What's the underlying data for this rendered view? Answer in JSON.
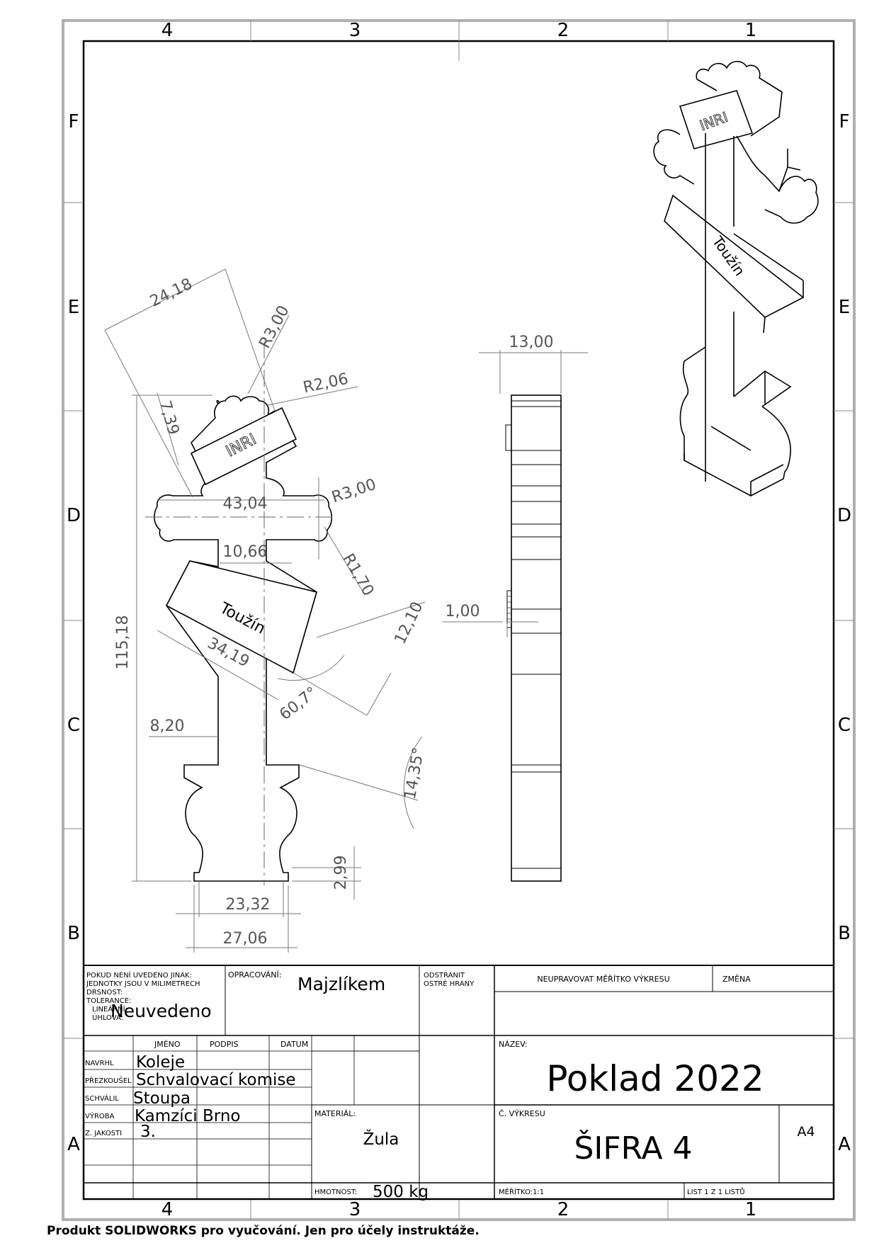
{
  "zones": {
    "cols": [
      "4",
      "3",
      "2",
      "1"
    ],
    "rows": [
      "F",
      "E",
      "D",
      "C",
      "B",
      "A"
    ]
  },
  "front_view": {
    "label_inri": "INRI",
    "label_touzin": "Toužín",
    "dimensions": {
      "d_24_18": "24,18",
      "r_3_00_top": "R3,00",
      "r_2_06": "R2,06",
      "d_7_39": "7,39",
      "d_43_04": "43,04",
      "r_3_00_side": "R3,00",
      "d_10_66": "10,66",
      "r_1_70": "R1,70",
      "d_12_10": "12,10",
      "d_115_18": "115,18",
      "d_34_19": "34,19",
      "a_60_7": "60,7°",
      "d_8_20": "8,20",
      "a_14_35": "14,35°",
      "d_2_99": "2,99",
      "d_23_32": "23,32",
      "d_27_06": "27,06"
    }
  },
  "side_view": {
    "d_13_00": "13,00",
    "d_1_00": "1,00"
  },
  "iso_view": {
    "label_inri": "INRI",
    "label_touzin": "Toužín"
  },
  "title_block": {
    "general_note": [
      "POKUD NENÍ UVEDENO JINAK:",
      "JEDNOTKY JSOU V MILIMETRECH",
      "DRSNOST:",
      "TOLERANCE:",
      "LINEÁRNÍ:",
      "ÚHLOVÁ:"
    ],
    "tolerance_value": "Neuvedeno",
    "finish_label": "OPRACOVÁNÍ:",
    "finish_value": "Majzlíkem",
    "edges_label": [
      "ODSTRANIT",
      "OSTRÉ HRANY"
    ],
    "no_scale": "NEUPRAVOVAT MĚŘÍTKO VÝKRESU",
    "revision_label": "ZMĚNA",
    "col_name": "JMÉNO",
    "col_sign": "PODPIS",
    "col_date": "DATUM",
    "rows": [
      {
        "role": "NAVRHL",
        "name": "Koleje"
      },
      {
        "role": "PŘEZKOUŠEL",
        "name": "Schvalovací komise"
      },
      {
        "role": "SCHVÁLIL",
        "name": "Stoupa"
      },
      {
        "role": "VÝROBA",
        "name": "Kamzíci Brno"
      },
      {
        "role": "Z. JAKOSTI",
        "name": "3."
      }
    ],
    "title_label": "NÁZEV:",
    "title_value": "Poklad 2022",
    "material_label": "MATERIÁL:",
    "material_value": "Žula",
    "drawing_no_label": "Č. VÝKRESU",
    "drawing_no_value": "ŠIFRA 4",
    "size": "A4",
    "weight_label": "HMOTNOST:",
    "weight_value": "500 kg",
    "scale": "MĚŘÍTKO:1:1",
    "sheet": "LIST 1 Z 1 LISTŮ"
  },
  "footer": "Produkt SOLIDWORKS pro vyučování. Jen pro účely instruktáže."
}
